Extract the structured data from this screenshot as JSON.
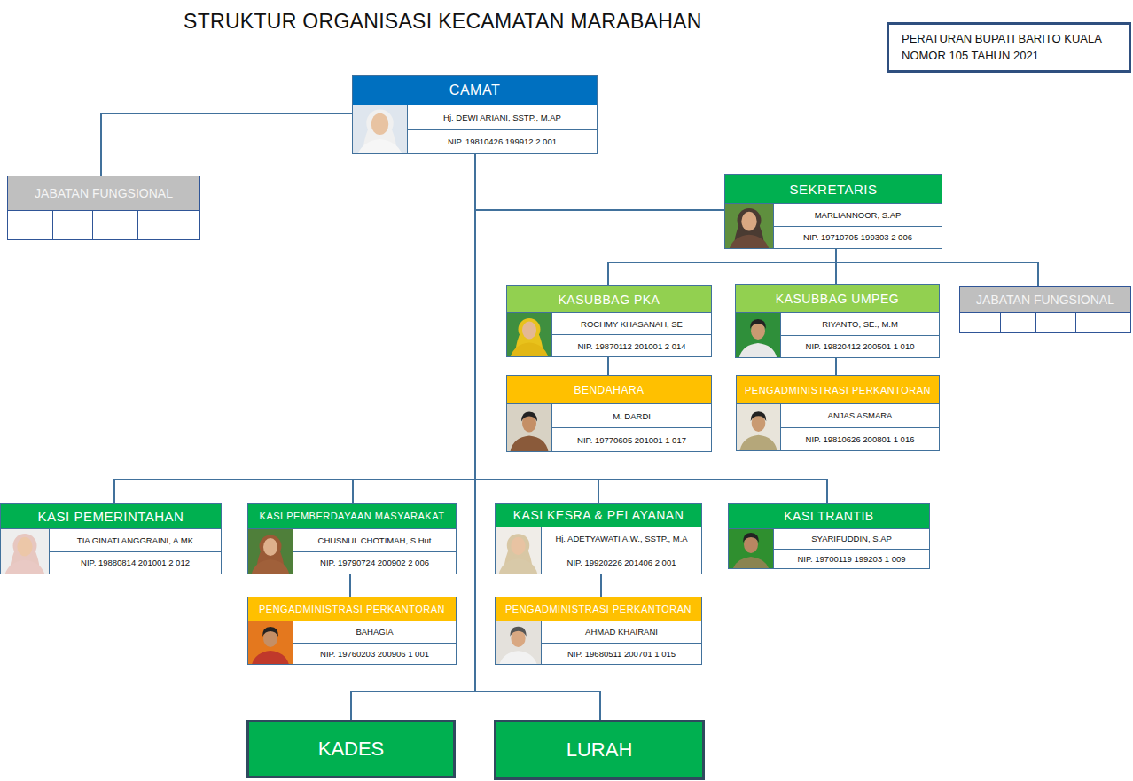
{
  "diagram": {
    "title": "STRUKTUR ORGANISASI KECAMATAN MARABAHAN",
    "nodes": [
      {
        "text": [
          "PERATURAN BUPATI BARITO KUALA NOMOR 105 TAHUN 2021"
        ]
      },
      {
        "text": [
          "CAMAT",
          "Hj. DEWI ARIANI, SSTP., M.AP",
          "NIP. 19810426 199912 2 001"
        ]
      },
      {
        "text": [
          "JABATAN FUNGSIONAL"
        ]
      },
      {
        "text": [
          "SEKRETARIS",
          "MARLIANNOOR, S.AP",
          "NIP. 19710705 199303 2 006"
        ]
      },
      {
        "text": [
          "KASUBBAG PKA",
          "ROCHMY KHASANAH, SE",
          "NIP. 19870112 201001 2 014"
        ]
      },
      {
        "text": [
          "KASUBBAG UMPEG",
          "RIYANTO, SE., M.M",
          "NIP. 19820412 200501 1 010"
        ]
      },
      {
        "text": [
          "JABATAN FUNGSIONAL"
        ]
      },
      {
        "text": [
          "BENDAHARA",
          "M. DARDI",
          "NIP. 19770605 201001 1 017"
        ]
      },
      {
        "text": [
          "PENGADMINISTRASI PERKANTORAN",
          "ANJAS ASMARA",
          "NIP. 19810626 200801 1 016"
        ]
      },
      {
        "text": [
          "KASI PEMERINTAHAN",
          "TIA GINATI ANGGRAINI, A.MK",
          "NIP. 19880814 201001 2 012"
        ]
      },
      {
        "text": [
          "KASI PEMBERDAYAAN MASYARAKAT",
          "CHUSNUL CHOTIMAH, S.Hut",
          "NIP. 19790724 200902 2 006"
        ]
      },
      {
        "text": [
          "KASI KESRA & PELAYANAN",
          "Hj. ADETYAWATI A.W., SSTP., M.A",
          "NIP. 19920226 201406 2 001"
        ]
      },
      {
        "text": [
          "KASI TRANTIB",
          "SYARIFUDDIN, S.AP",
          "NIP. 19700119 199203 1 009"
        ]
      },
      {
        "text": [
          "PENGADMINISTRASI PERKANTORAN",
          "BAHAGIA",
          "NIP. 19760203 200906 1 001"
        ]
      },
      {
        "text": [
          "PENGADMINISTRASI PERKANTORAN",
          "AHMAD KHAIRANI",
          "NIP. 19680511 200701 1 015"
        ]
      },
      {
        "text": [
          "KADES"
        ]
      },
      {
        "text": [
          "LURAH"
        ]
      }
    ],
    "edges": [
      {
        "from": 1,
        "to": 2,
        "arrow": "none"
      },
      {
        "from": 1,
        "to": 3,
        "arrow": "none"
      },
      {
        "from": 3,
        "to": 4,
        "arrow": "none"
      },
      {
        "from": 3,
        "to": 5,
        "arrow": "none"
      },
      {
        "from": 3,
        "to": 6,
        "arrow": "none"
      },
      {
        "from": 4,
        "to": 7,
        "arrow": "none"
      },
      {
        "from": 5,
        "to": 8,
        "arrow": "none"
      },
      {
        "from": 1,
        "to": 9,
        "arrow": "none"
      },
      {
        "from": 1,
        "to": 10,
        "arrow": "none"
      },
      {
        "from": 1,
        "to": 11,
        "arrow": "none"
      },
      {
        "from": 1,
        "to": 12,
        "arrow": "none"
      },
      {
        "from": 10,
        "to": 13,
        "arrow": "none"
      },
      {
        "from": 11,
        "to": 14,
        "arrow": "none"
      },
      {
        "from": 1,
        "to": 15,
        "arrow": "none"
      },
      {
        "from": 1,
        "to": 16,
        "arrow": "none"
      }
    ]
  }
}
